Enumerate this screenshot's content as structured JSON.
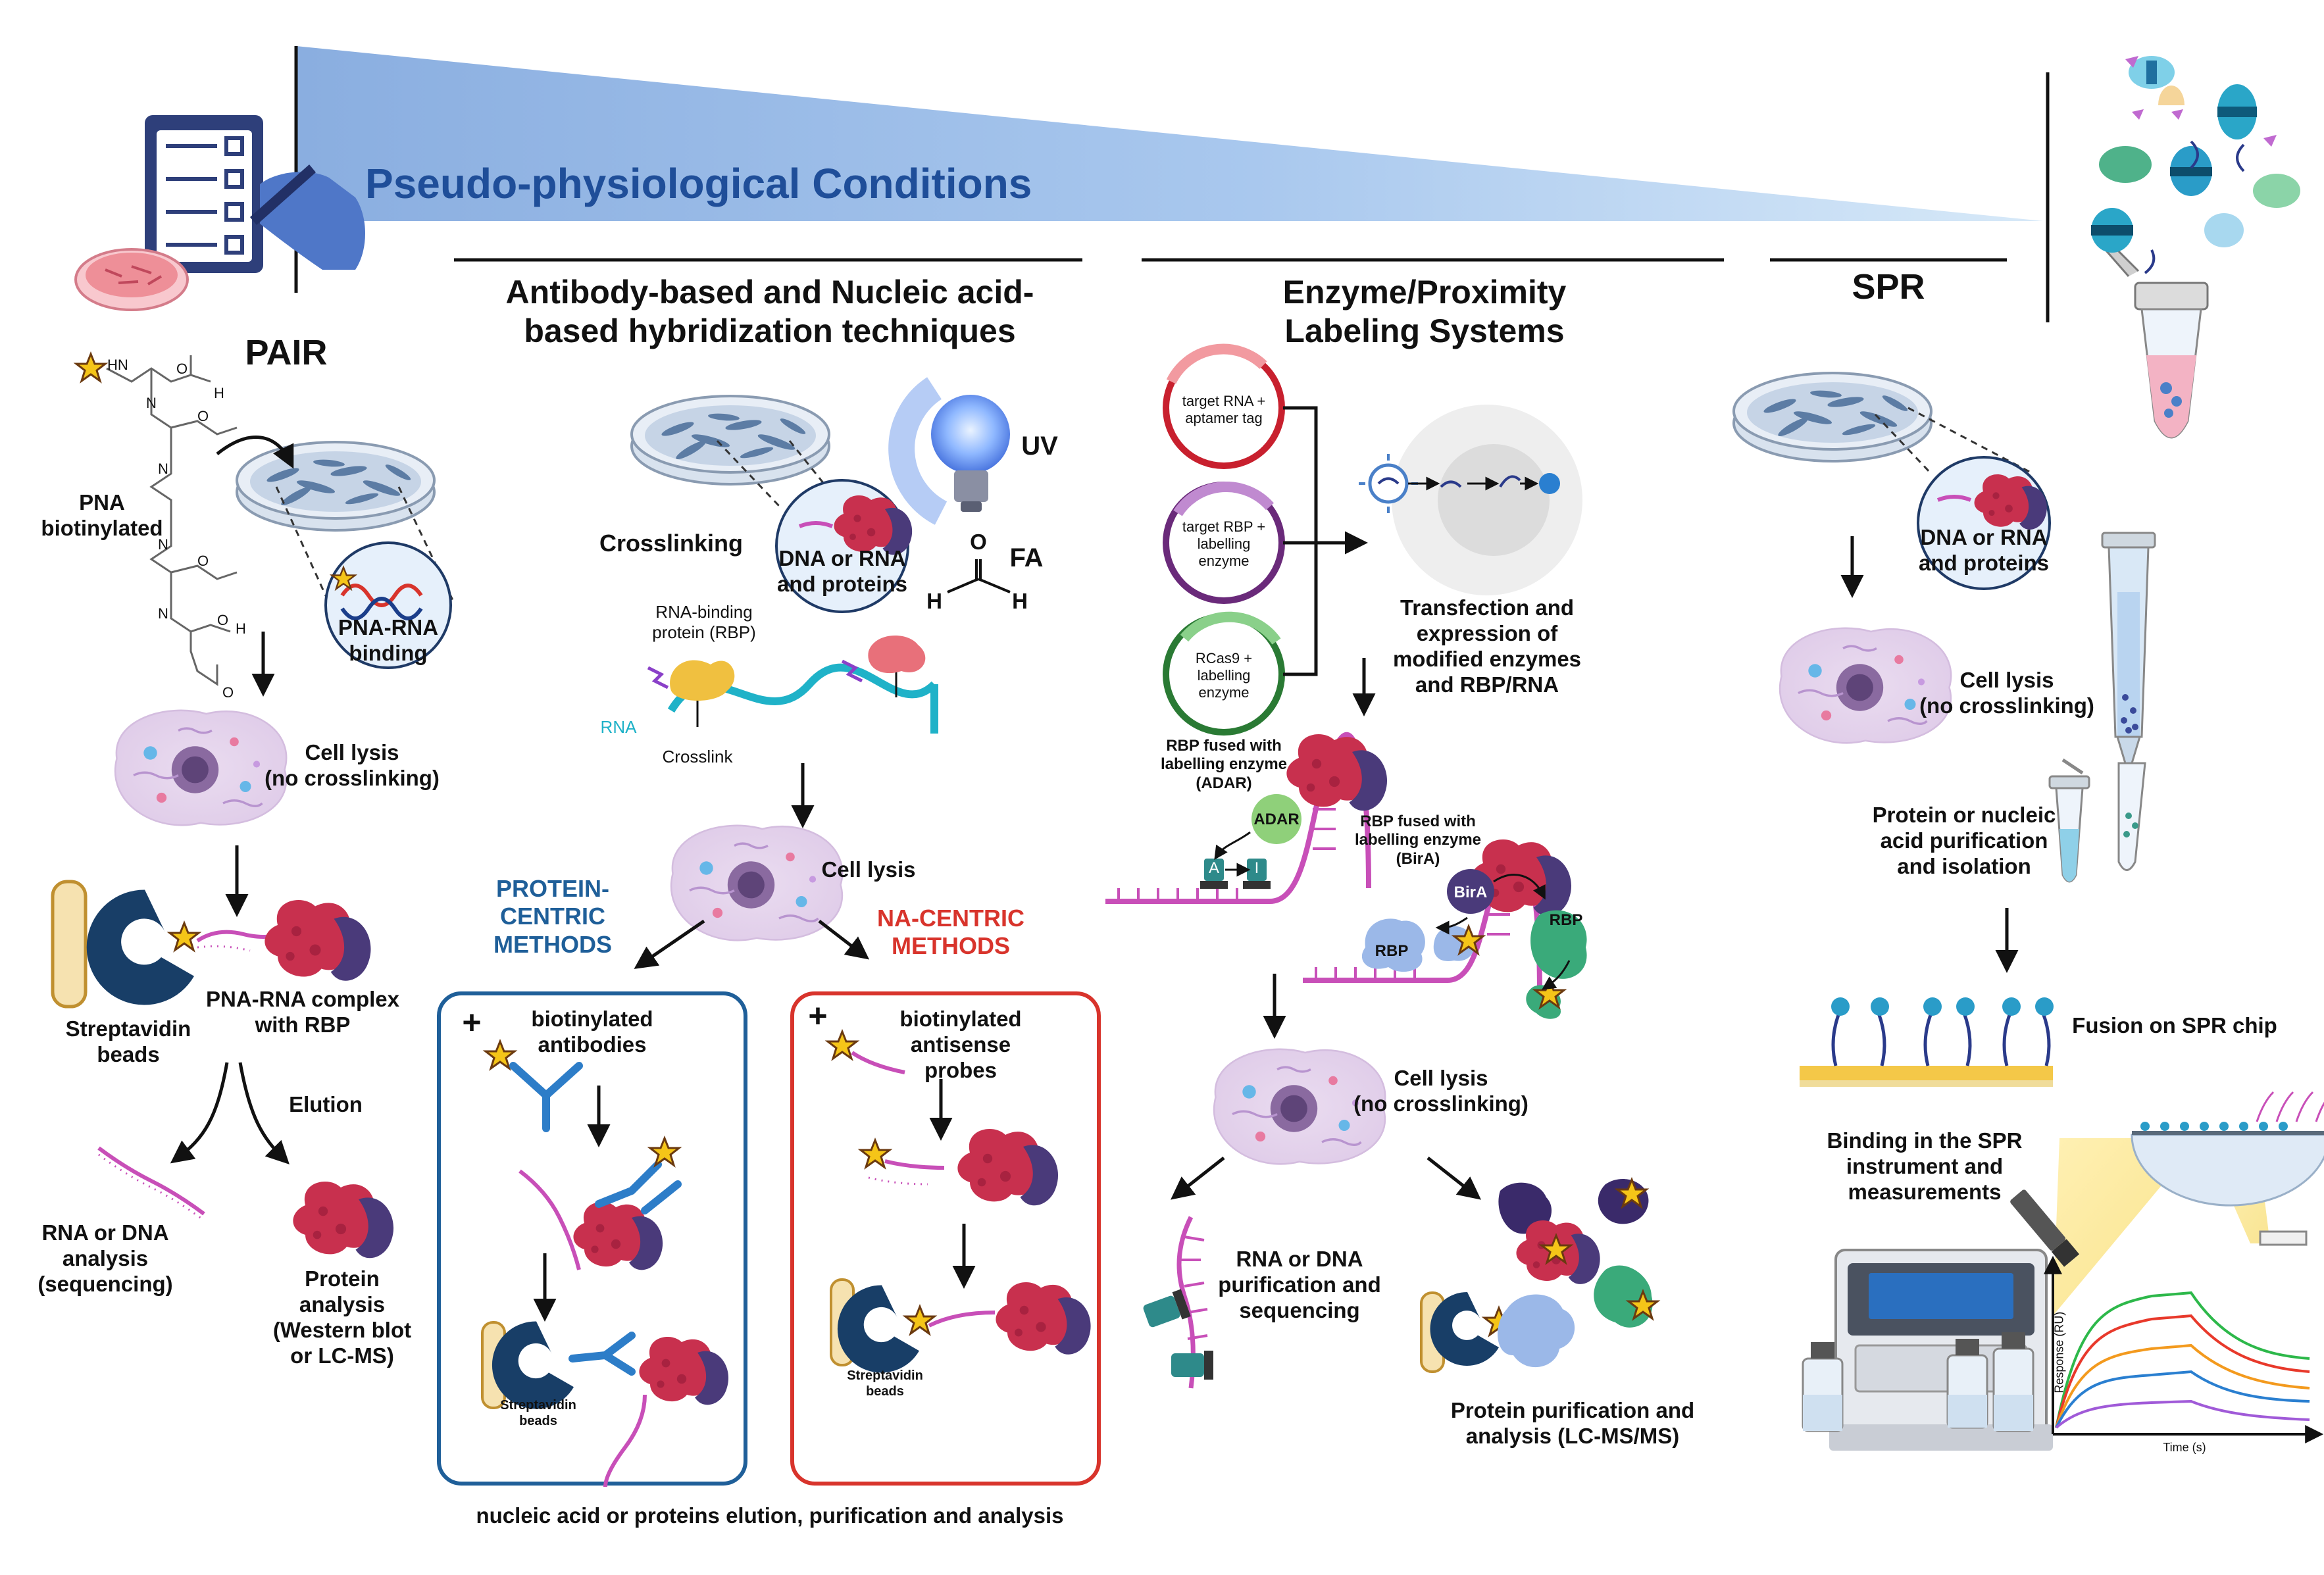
{
  "banner": {
    "title": "Pseudo-physiological Conditions",
    "grad_start": "#8fb0e0",
    "grad_end": "#cfe3f7",
    "text_color": "#1f4e99"
  },
  "pair": {
    "title": "PAIR",
    "pna_label": "PNA\nbiotinylated",
    "binding_label": "PNA-RNA\nbinding",
    "lysis": "Cell lysis\n(no crosslinking)",
    "beads": "Streptavidin\nbeads",
    "complex": "PNA-RNA complex\nwith RBP",
    "elution": "Elution",
    "rna_analysis": "RNA or DNA\nanalysis\n(sequencing)",
    "protein_analysis": "Protein\nanalysis\n(Western blot\nor LC-MS)",
    "chem_labels": [
      "HN",
      "O",
      "N",
      "O",
      "N",
      "O",
      "N",
      "O",
      "N",
      "O",
      "H",
      "H"
    ]
  },
  "hybrid": {
    "title": "Antibody-based and Nucleic acid-\nbased hybridization techniques",
    "uv": "UV",
    "fa": "FA",
    "fa_o": "O",
    "fa_h1": "H",
    "fa_h2": "H",
    "crosslinking": "Crosslinking",
    "dna_rna_proteins": "DNA or RNA\nand proteins",
    "rbp": "RNA-binding\nprotein (RBP)",
    "rna": "RNA",
    "crosslink": "Crosslink",
    "lysis": "Cell lysis",
    "protein_centric": "PROTEIN-\nCENTRIC\nMETHODS",
    "na_centric": "NA-CENTRIC\nMETHODS",
    "plus": "+",
    "biotin_antibodies": "biotinylated\nantibodies",
    "biotin_probes": "biotinylated\nantisense probes",
    "beads_small": "Streptavidin\nbeads",
    "footer": "nucleic acid or proteins elution, purification and analysis",
    "protein_color": "#1f5f99",
    "na_color": "#d8342c"
  },
  "enzyme": {
    "title": "Enzyme/Proximity\nLabeling Systems",
    "plasmid1": "target RNA +\naptamer tag",
    "plasmid2": "target RBP +\nlabelling\nenzyme",
    "plasmid3": "RCas9 +\nlabelling\nenzyme",
    "transfection": "Transfection and\nexpression of\nmodified enzymes\nand RBP/RNA",
    "adar_label": "RBP fused with\nlabelling enzyme\n(ADAR)",
    "adar": "ADAR",
    "a": "A",
    "i": "I",
    "bira_label": "RBP fused with\nlabelling enzyme\n(BirA)",
    "bira": "BirA",
    "rbp1": "RBP",
    "rbp2": "RBP",
    "lysis": "Cell lysis\n(no crosslinking)",
    "rna_purif": "RNA or DNA\npurification and\nsequencing",
    "protein_purif": "Protein purification and\nanalysis (LC-MS/MS)"
  },
  "spr": {
    "title": "SPR",
    "dna_rna_proteins": "DNA or RNA\nand proteins",
    "lysis": "Cell lysis\n(no crosslinking)",
    "purification": "Protein or nucleic\nacid purification\nand isolation",
    "fusion": "Fusion on SPR chip",
    "binding": "Binding in the SPR\ninstrument and\nmeasurements",
    "ylabel": "Response (RU)",
    "xlabel": "Time (s)",
    "curve_colors": [
      "#2db84a",
      "#e8392b",
      "#f39a1e",
      "#2a7fd0",
      "#a05ad8"
    ]
  }
}
